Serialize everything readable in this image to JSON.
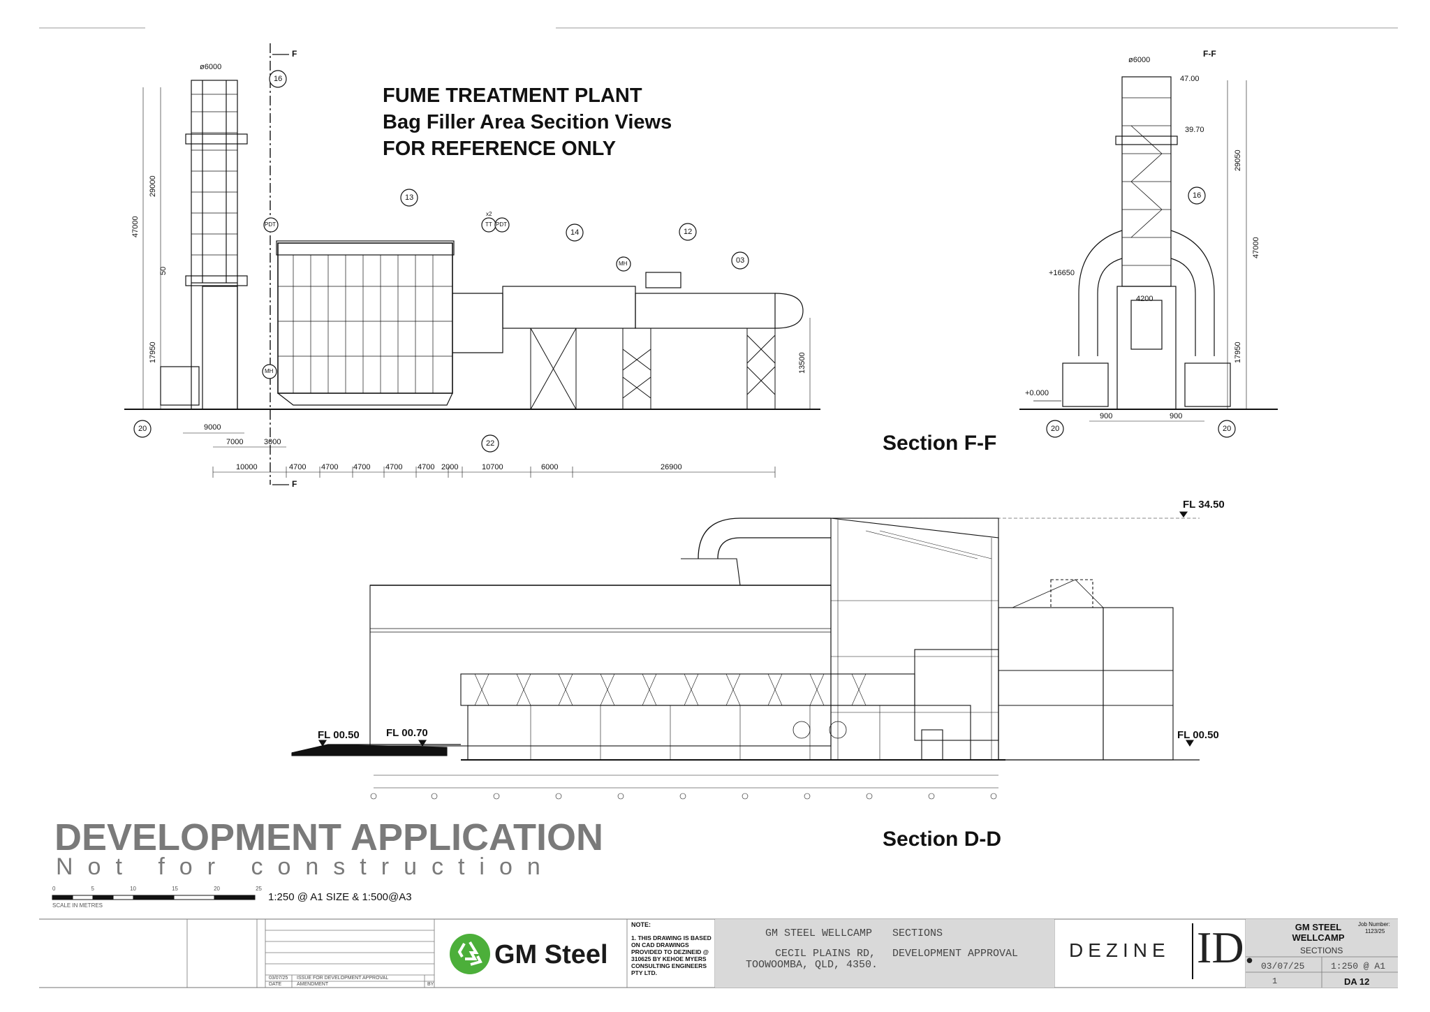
{
  "plant_title": {
    "line1": "FUME TREATMENT PLANT",
    "line2": "Bag Filler Area Secition Views",
    "line3": "FOR REFERENCE ONLY"
  },
  "sections": {
    "ff_label": "Section F-F",
    "dd_label": "Section D-D",
    "ff_marker": "F-F",
    "cut_marker": "F"
  },
  "callouts": {
    "c16": "16",
    "c13": "13",
    "c14": "14",
    "c12": "12",
    "c03": "03",
    "c20": "20",
    "c22": "22",
    "pdt": "PDT",
    "tt": "TT",
    "mh": "MH",
    "x2": "x2"
  },
  "dims_left": {
    "dia": "ø6000",
    "h47000": "47000",
    "h29000": "29000",
    "h50": "50",
    "h17950": "17950",
    "h13500": "13500",
    "d9000": "9000",
    "d7000": "7000",
    "d3000": "3000",
    "bottom_row": [
      "10000",
      "4700",
      "4700",
      "4700",
      "4700",
      "4700",
      "2000",
      "10700",
      "6000",
      "26900"
    ]
  },
  "dims_right": {
    "dia": "ø6000",
    "el4700": "47.00",
    "el3970": "39.70",
    "h29050": "29050",
    "h47000": "47000",
    "h17950": "17950",
    "el16650": "+16650",
    "w4200": "4200",
    "el0": "+0.000",
    "w900a": "900",
    "w900b": "900"
  },
  "floor_levels": {
    "fl_top": "FL 34.50",
    "fl_left_a": "FL 00.50",
    "fl_left_b": "FL 00.70",
    "fl_right": "FL 00.50"
  },
  "watermark": {
    "title": "DEVELOPMENT APPLICATION",
    "subtitle": "Not for construction"
  },
  "scale": {
    "text": "1:250 @ A1 SIZE & 1:500@A3",
    "caption": "SCALE IN METRES",
    "ticks": [
      "0",
      "5",
      "10",
      "15",
      "20",
      "25"
    ]
  },
  "title_block": {
    "rev_date": "03/07/25",
    "rev_desc": "ISSUE FOR DEVELOPMENT APPROVAL",
    "rev_hdr_date": "DATE",
    "rev_hdr_amend": "AMENDMENT",
    "rev_hdr_by": "BY",
    "client_logo_text": "GM Steel",
    "note_hdr": "NOTE:",
    "note_text": "1. THIS DRAWING IS BASED ON CAD DRAWINGS PROVIDED TO DEZINEID @ 310625 BY KEHOE MYERS CONSULTING ENGINEERS PTY LTD.",
    "project_line1": "GM STEEL WELLCAMP",
    "project_line2": "CECIL PLAINS RD,",
    "project_line3": "TOOWOOMBA, QLD, 4350.",
    "drawing_type": "SECTIONS",
    "drawing_purpose": "DEVELOPMENT APPROVAL",
    "firm_name": "DEZINE",
    "firm_mark": "ID.",
    "job_name": "GM STEEL WELLCAMP",
    "job_number_label": "Job Number:",
    "job_number": "1123/25",
    "sheet_name": "SECTIONS",
    "date": "03/07/25",
    "scale": "1:250 @ A1",
    "revision": "1",
    "drawing_no": "DA 12"
  },
  "colors": {
    "ink": "#111111",
    "watermark_grey": "#7a7a7a",
    "title_block_grey": "#d9d9d9",
    "gm_green": "#4caf3a"
  }
}
